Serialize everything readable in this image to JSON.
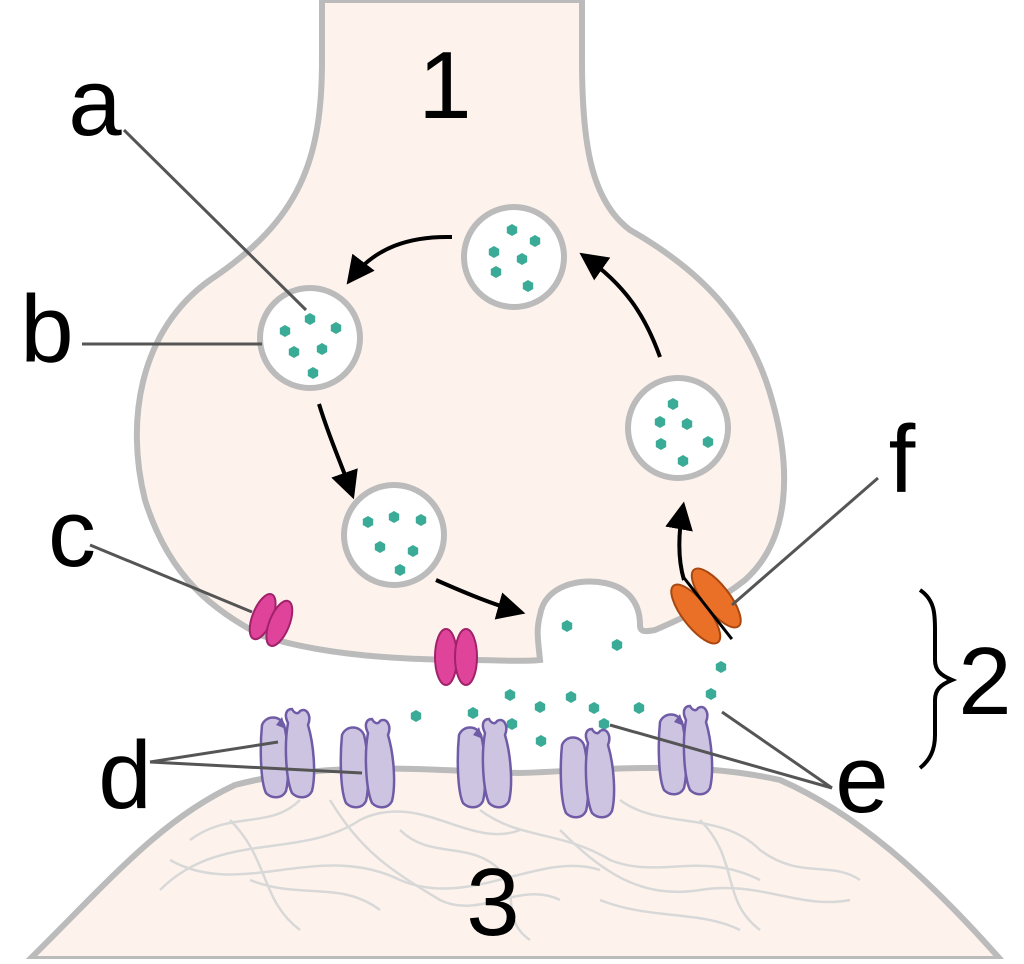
{
  "labels": {
    "presynaptic": "1",
    "cleft": "2",
    "postsynaptic": "3",
    "a": "a",
    "b": "b",
    "c": "c",
    "d": "d",
    "e": "e",
    "f": "f"
  },
  "colors": {
    "cell_fill": "#fdf3ec",
    "membrane": "#bbbbbb",
    "vesicle_fill": "#ffffff",
    "neurotransmitter": "#3aab96",
    "ion_channel": "#e0449a",
    "reuptake_pump": "#ea7028",
    "receptor": "#cdc4e2",
    "receptor_outline": "#6f5ba6",
    "leader_line": "#555555"
  }
}
